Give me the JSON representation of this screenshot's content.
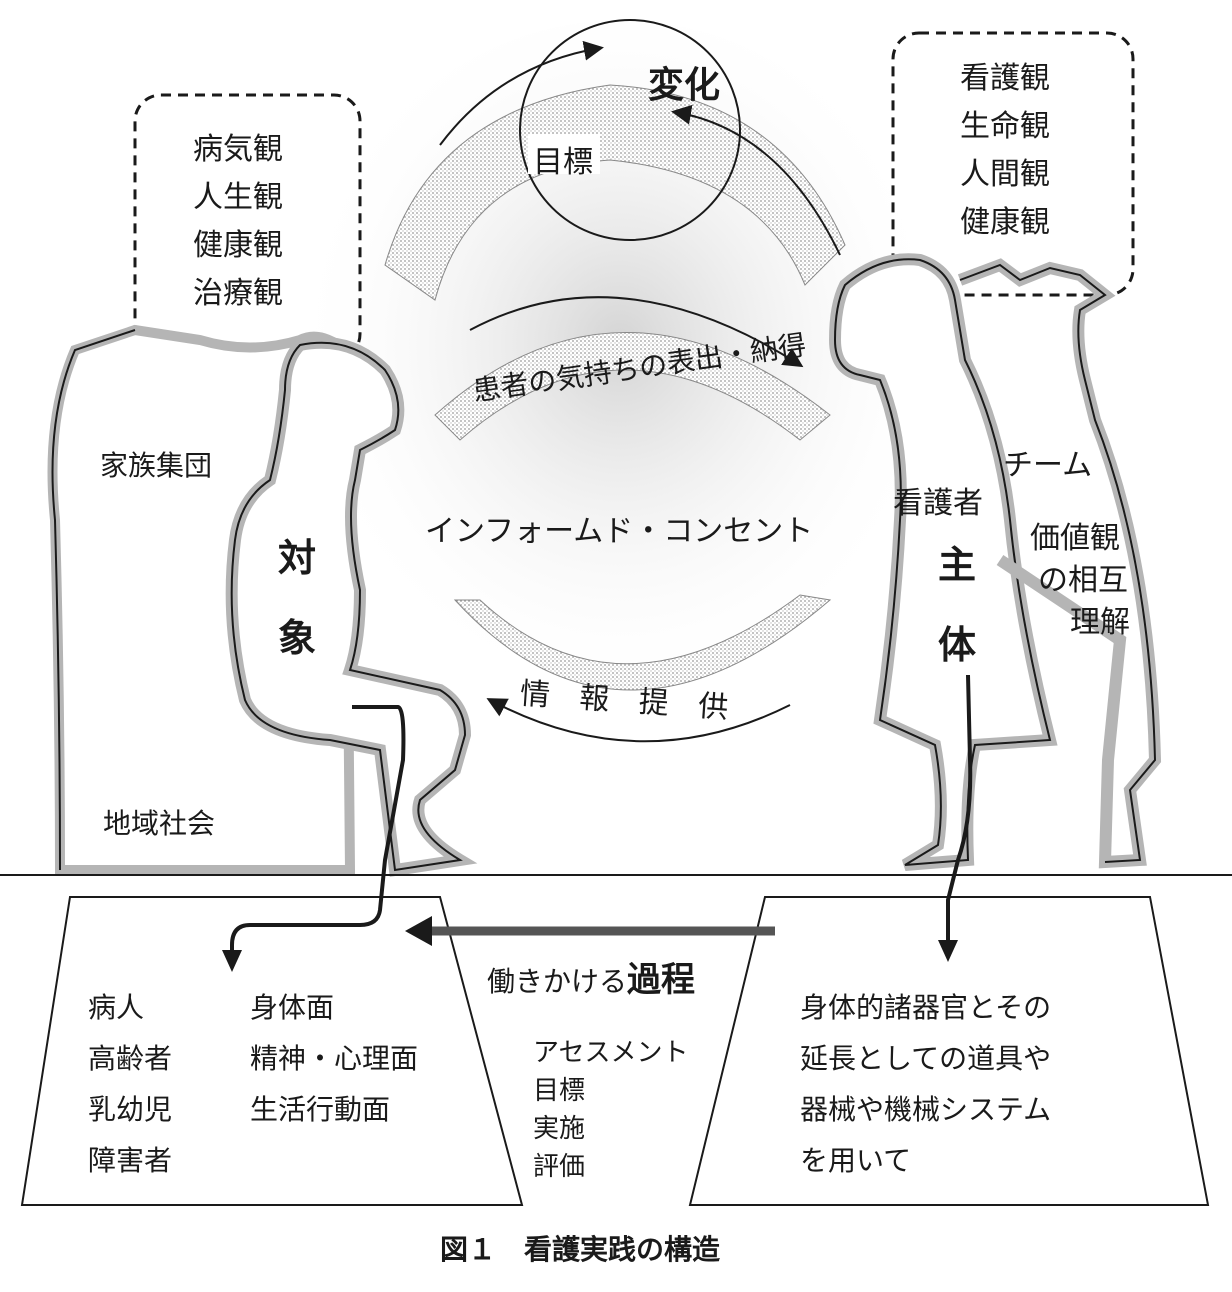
{
  "diagram": {
    "top": {
      "change": "変化",
      "goal": "目標"
    },
    "left_views": [
      "病気観",
      "人生観",
      "健康観",
      "治療観"
    ],
    "right_views": [
      "看護観",
      "生命観",
      "人間観",
      "健康観"
    ],
    "family_group": "家族集団",
    "community": "地域社会",
    "object_chars": [
      "対",
      "象"
    ],
    "subject_chars": [
      "主",
      "体"
    ],
    "nurse": "看護者",
    "team": "チーム",
    "mutual_values": [
      "価値観",
      "の相互",
      "理解"
    ],
    "arc_upper": "患者の気持ちの表出・納得",
    "arc_lower": "情 報 提 供",
    "center": "インフォームド・コンセント",
    "process_prefix": "働きかける",
    "process_emph": "過程",
    "process_steps": [
      "アセスメント",
      "目標",
      "実施",
      "評価"
    ],
    "object_types": [
      "病人",
      "高齢者",
      "乳幼児",
      "障害者"
    ],
    "object_aspects": [
      "身体面",
      "精神・心理面",
      "生活行動面"
    ],
    "means": [
      "身体的諸器官とその",
      "延長としての道具や",
      "器械や機械システム",
      "を用いて"
    ],
    "caption": "図１　看護実践の構造"
  },
  "colors": {
    "ink": "#1a1a1a",
    "shade": "#b5b5b5",
    "light_shade": "#d6d6d6"
  }
}
